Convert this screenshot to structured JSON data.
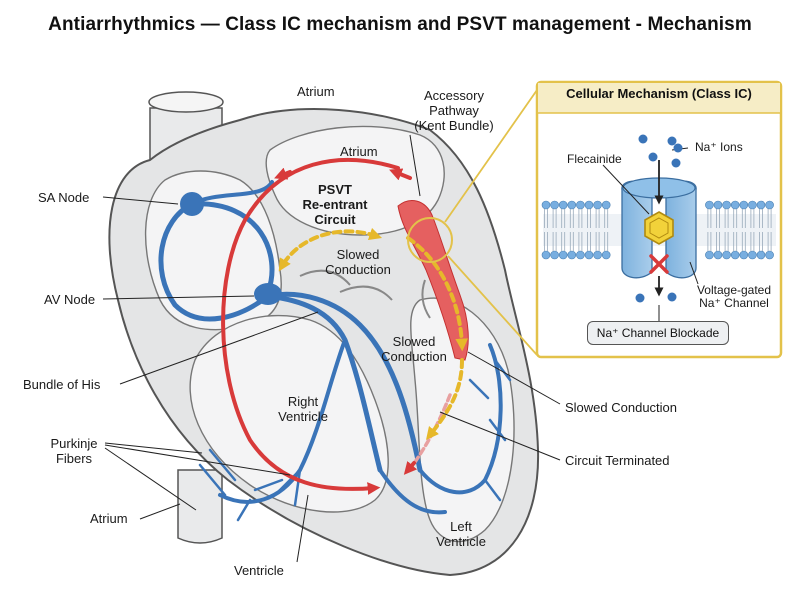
{
  "title": "Antiarrhythmics — Class IC mechanism and PSVT management - Mechanism",
  "labels": {
    "atrium_top": "Atrium",
    "atrium_inner": "Atrium",
    "accessory_pathway": [
      "Accessory",
      "Pathway",
      "(Kent Bundle)"
    ],
    "sa_node": "SA Node",
    "av_node": "AV Node",
    "bundle_of_his": "Bundle of His",
    "purkinje_fibers": [
      "Purkinje",
      "Fibers"
    ],
    "atrium_bottom": "Atrium",
    "ventricle": "Ventricle",
    "psvt_circuit": [
      "PSVT",
      "Re-entrant",
      "Circuit"
    ],
    "slowed_conduction_upper": [
      "Slowed",
      "Conduction"
    ],
    "slowed_conduction_mid": [
      "Slowed",
      "Conduction"
    ],
    "right_ventricle": [
      "Right",
      "Ventricle"
    ],
    "left_ventricle": [
      "Left",
      "Ventricle"
    ],
    "slowed_conduction_right": "Slowed Conduction",
    "circuit_terminated": "Circuit Terminated"
  },
  "inset": {
    "title": "Cellular Mechanism (Class IC)",
    "flecainide": "Flecainide",
    "na_ions": "Na⁺ Ions",
    "channel": [
      "Voltage-gated",
      "Na⁺ Channel"
    ],
    "blockade": "Na⁺ Channel Blockade"
  },
  "colors": {
    "conduction_blue": "#3a74b8",
    "reentry_red": "#d83a3a",
    "slowed_yellow": "#e6b82a",
    "inset_border": "#e3c24a",
    "inset_header": "#f6edc6",
    "heart_fill": "#e4e5e6"
  }
}
